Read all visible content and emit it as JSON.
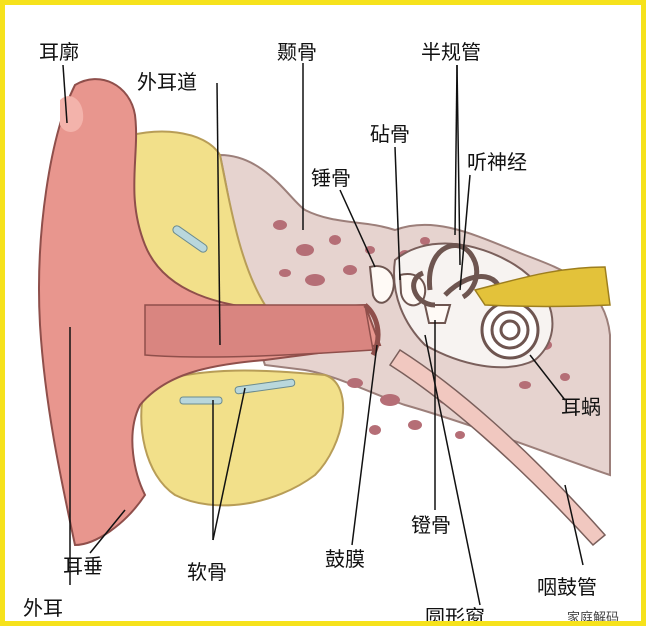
{
  "labels": {
    "auricle": "耳廓",
    "external_canal": "外耳道",
    "temporal_bone": "颞骨",
    "semicircular_canals": "半规管",
    "incus": "砧骨",
    "malleus": "锤骨",
    "auditory_nerve": "听神经",
    "cochlea": "耳蜗",
    "stapes": "镫骨",
    "eustachian_tube": "咽鼓管",
    "round_window": "圆形窗",
    "eardrum": "鼓膜",
    "cartilage": "软骨",
    "earlobe": "耳垂",
    "outer_ear": "外耳"
  },
  "watermark": "家庭解码",
  "colors": {
    "frame": "#f6e21c",
    "skin": "#e8968e",
    "skin_dark": "#c86f6a",
    "fat": "#f2e08a",
    "bone": "#e6d3cf",
    "bone_spots": "#b56e76",
    "inner_ear": "#f7f3f1",
    "nerve": "#e3c23a"
  }
}
